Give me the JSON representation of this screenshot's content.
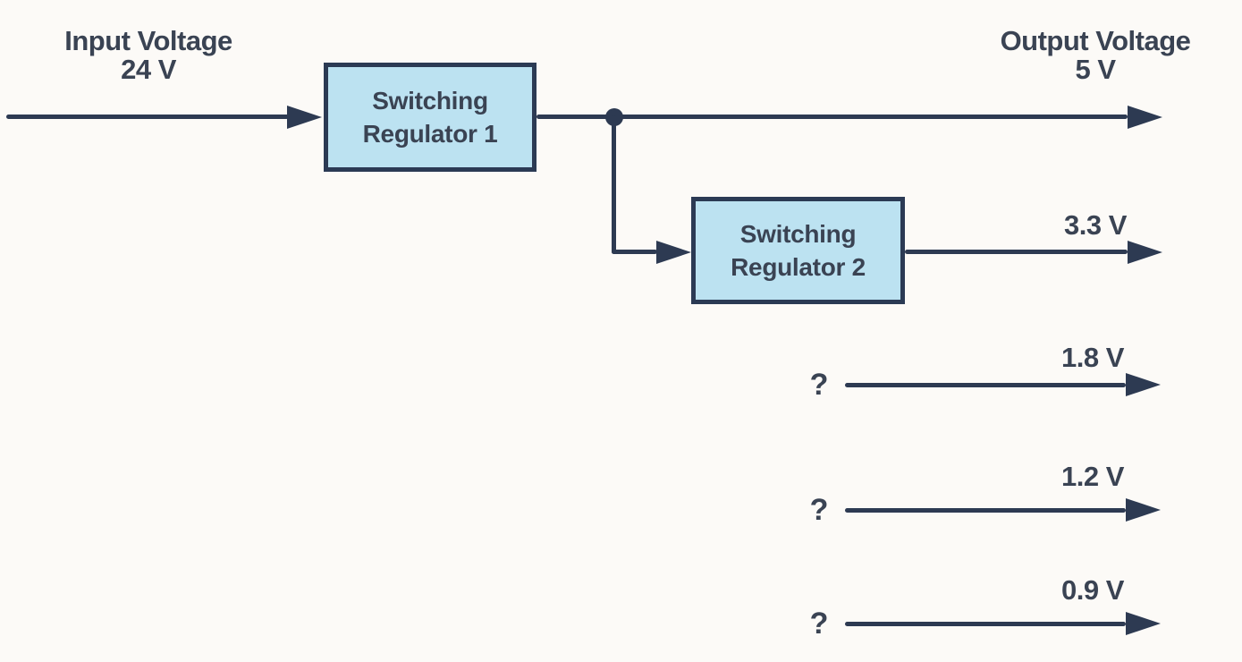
{
  "input": {
    "title": "Input Voltage",
    "value": "24 V"
  },
  "output": {
    "title": "Output Voltage",
    "value": "5 V"
  },
  "regulators": [
    {
      "line1": "Switching",
      "line2": "Regulator 1"
    },
    {
      "line1": "Switching",
      "line2": "Regulator 2",
      "output_voltage": "3.3 V"
    }
  ],
  "unknown_outputs": [
    {
      "marker": "?",
      "voltage": "1.8 V"
    },
    {
      "marker": "?",
      "voltage": "1.2 V"
    },
    {
      "marker": "?",
      "voltage": "0.9 V"
    }
  ],
  "colors": {
    "line": "#2D3A52",
    "text": "#3A4353",
    "box_fill": "#BCE2F1",
    "box_border": "#2B3A54",
    "bg": "#FCFAF7"
  }
}
